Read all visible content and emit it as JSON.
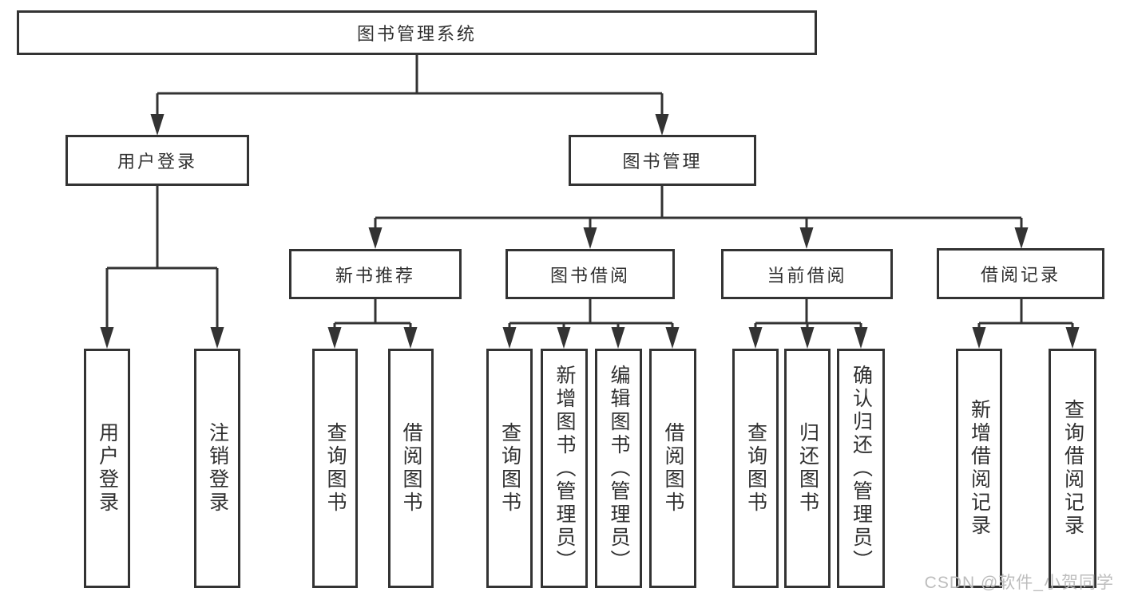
{
  "title": "图书管理系统",
  "level2": {
    "user_login": "用户登录",
    "book_mgmt": "图书管理"
  },
  "level3": {
    "new_rec": "新书推荐",
    "borrow": "图书借阅",
    "current": "当前借阅",
    "records": "借阅记录"
  },
  "leaves": {
    "user_login": [
      "用户登录",
      "注销登录"
    ],
    "new_rec": [
      "查询图书",
      "借阅图书"
    ],
    "borrow": [
      "查询图书",
      "新增图书（管理员）",
      "编辑图书（管理员）",
      "借阅图书"
    ],
    "current": [
      "查询图书",
      "归还图书",
      "确认归还（管理员）"
    ],
    "records": [
      "新增借阅记录",
      "查询借阅记录"
    ]
  },
  "watermark": "CSDN @软件_小贺同学",
  "colors": {
    "line": "#333333",
    "text": "#303030",
    "background": "#ffffff",
    "watermark": "#bdbdbd"
  }
}
